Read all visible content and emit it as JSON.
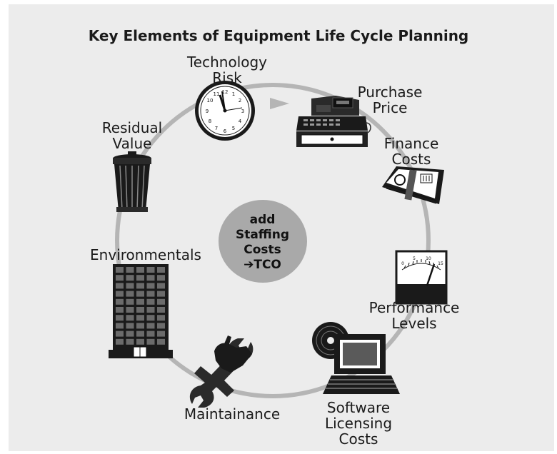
{
  "title": "Key Elements of Equipment Life Cycle Planning",
  "center": {
    "line1": "add",
    "line2": "Staffing",
    "line3": "Costs",
    "line4": "➔TCO"
  },
  "nodes": {
    "technology_risk": {
      "line1": "Technology",
      "line2": "Risk",
      "icon": "clock-icon"
    },
    "purchase_price": {
      "line1": "Purchase",
      "line2": "Price",
      "icon": "cash-register-icon"
    },
    "finance_costs": {
      "line1": "Finance",
      "line2": "Costs",
      "icon": "money-stack-icon"
    },
    "performance_levels": {
      "line1": "Performance",
      "line2": "Levels",
      "icon": "meter-gauge-icon"
    },
    "software_licensing": {
      "line1": "Software",
      "line2": "Licensing",
      "line3": "Costs",
      "icon": "computer-cd-icon"
    },
    "maintainance": {
      "line1": "Maintainance",
      "icon": "wrench-hand-icon"
    },
    "environmentals": {
      "line1": "Environmentals",
      "icon": "building-icon"
    },
    "residual_value": {
      "line1": "Residual",
      "line2": "Value",
      "icon": "trash-can-icon"
    }
  },
  "gauge_ticks": [
    "0",
    "5",
    "10",
    "15"
  ],
  "colors": {
    "panel": "#ececec",
    "cycle": "#b5b5b5",
    "center_ellipse": "#a9a9a9",
    "icon_dark": "#1a1a1a"
  }
}
